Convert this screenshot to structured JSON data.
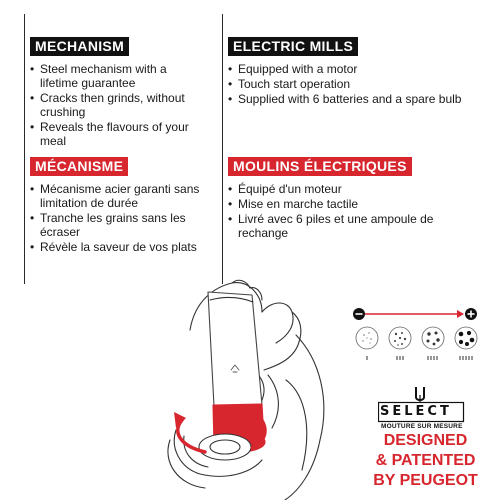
{
  "sections": {
    "mechanism_en": {
      "title": "MECHANISM",
      "items": [
        "Steel mechanism with a lifetime guarantee",
        "Cracks then grinds, without crushing",
        "Reveals the flavours of your meal"
      ]
    },
    "electric_en": {
      "title": "ELECTRIC MILLS",
      "items": [
        "Equipped with a motor",
        "Touch start operation",
        "Supplied with 6 batteries and a spare bulb"
      ]
    },
    "mechanism_fr": {
      "title": "MÉCANISME",
      "items": [
        "Mécanisme acier garanti sans limitation de durée",
        "Tranche les grains sans les écraser",
        "Révèle la saveur de vos plats"
      ]
    },
    "electric_fr": {
      "title": "MOULINS ÉLECTRIQUES",
      "items": [
        "Équipé d'un moteur",
        "Mise en marche tactile",
        "Livré avec 6 piles et une ampoule de rechange"
      ]
    }
  },
  "grind_scale": {
    "minus_symbol": "−",
    "plus_symbol": "+",
    "levels": 4
  },
  "brand": {
    "select_word": "SELECT",
    "select_sub": "MOUTURE SUR MESURE",
    "slogan_lines": [
      "DESIGNED",
      "& PATENTED",
      "BY PEUGEOT"
    ]
  },
  "colors": {
    "accent_red": "#d7262e",
    "heading_black": "#111111",
    "text": "#1a1a1a"
  },
  "icons": [
    "grinder-illustration",
    "rotate-arrow-icon",
    "grind-coarseness-scale",
    "select-logo"
  ]
}
